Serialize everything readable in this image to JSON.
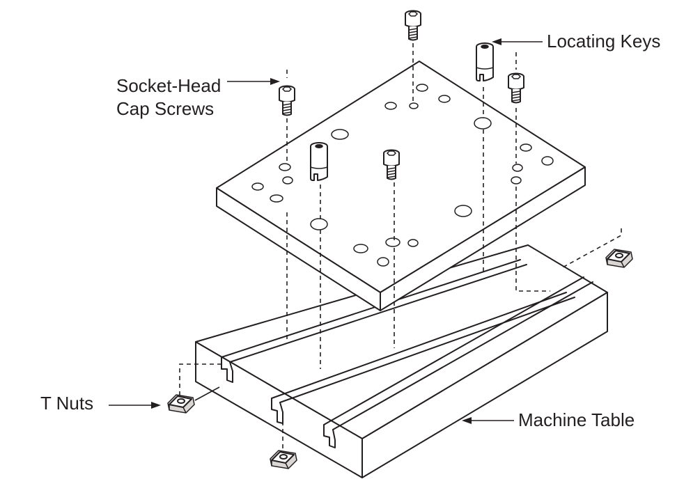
{
  "labels": {
    "socket_line1": "Socket-Head",
    "socket_line2": "Cap Screws",
    "locating_keys": "Locating Keys",
    "t_nuts": "T Nuts",
    "machine_table": "Machine Table"
  },
  "icons": [
    "socket-head-cap-screw-icon",
    "locating-key-icon",
    "t-nut-icon"
  ]
}
